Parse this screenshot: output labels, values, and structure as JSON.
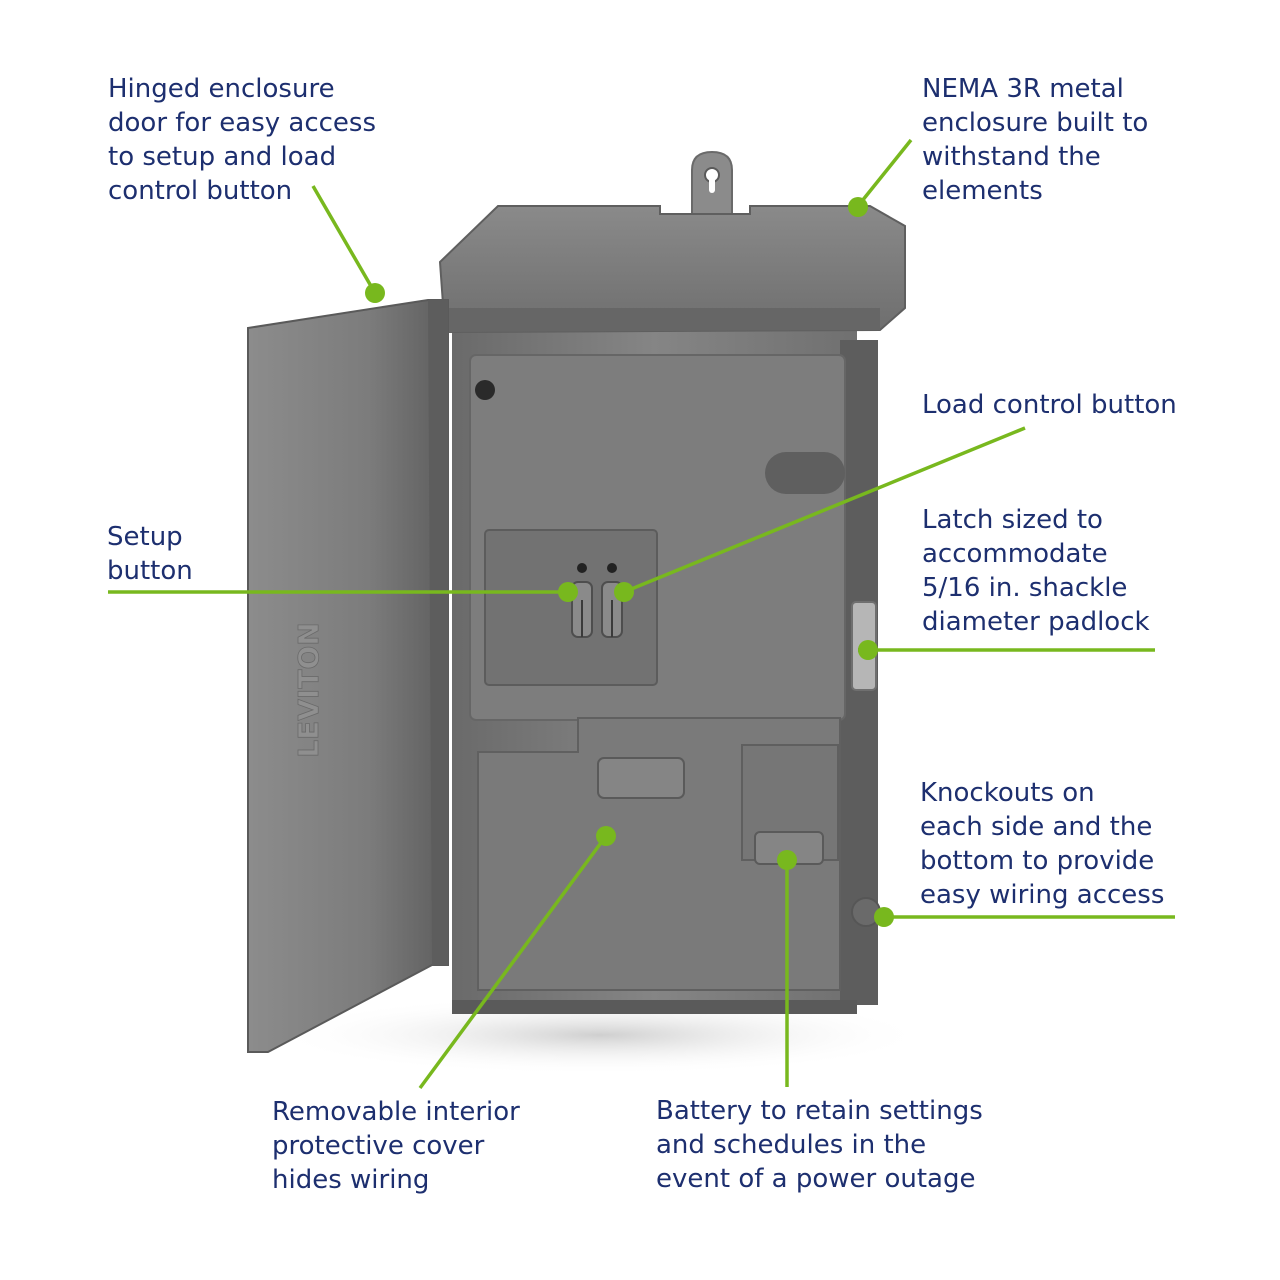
{
  "colors": {
    "text": "#1d2f6f",
    "leader": "#78b81e",
    "enclosure": "#7a7a7a"
  },
  "callouts": {
    "hinged_door": "Hinged enclosure\ndoor for easy access\nto setup and load\ncontrol button",
    "nema": "NEMA 3R metal\nenclosure built to\nwithstand the\nelements",
    "load_control": "Load control button",
    "latch": "Latch sized to\naccommodate\n5/16 in. shackle\ndiameter padlock",
    "setup": "Setup\nbutton",
    "knockouts": "Knockouts on\neach side and the\nbottom to provide\neasy wiring access",
    "removable_cover": "Removable interior\nprotective cover\nhides wiring",
    "battery": "Battery to retain settings\nand schedules in the\nevent of a power outage"
  },
  "product": {
    "door_brand": "LEVITON"
  }
}
